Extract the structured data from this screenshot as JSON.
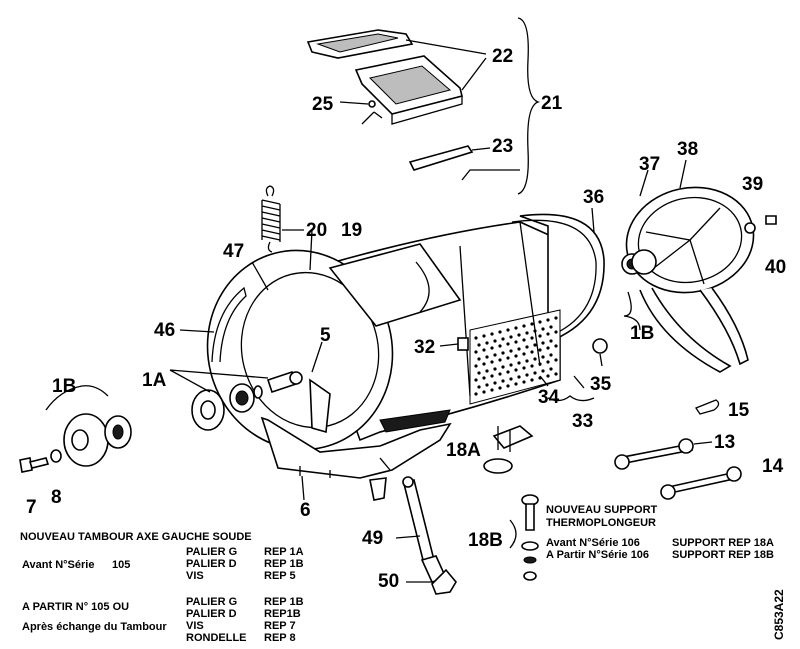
{
  "labels": {
    "l22": "22",
    "l21": "21",
    "l25": "25",
    "l23": "23",
    "l36": "36",
    "l37": "37",
    "l38": "38",
    "l39": "39",
    "l40": "40",
    "l20": "20",
    "l19": "19",
    "l47": "47",
    "l46": "46",
    "l5": "5",
    "l1A": "1A",
    "l1B_left": "1B",
    "l1B_right": "1B",
    "l32": "32",
    "l35": "35",
    "l34": "34",
    "l33": "33",
    "l15": "15",
    "l13": "13",
    "l14": "14",
    "l18A": "18A",
    "l18B": "18B",
    "l7": "7",
    "l8": "8",
    "l6": "6",
    "l49": "49",
    "l50": "50"
  },
  "notes": {
    "left_title": "NOUVEAU TAMBOUR AXE GAUCHE SOUDE",
    "avant_serie": "Avant N°Série",
    "avant_serie_num": "105",
    "list1": [
      "PALIER G",
      "PALIER D",
      "VIS"
    ],
    "refs1": [
      "REP 1A",
      "REP 1B",
      "REP  5"
    ],
    "a_partir": "A PARTIR N° 105  OU",
    "apres": "Après échange du Tambour",
    "list2": [
      "PALIER G",
      "PALIER D",
      "VIS",
      "RONDELLE"
    ],
    "refs2": [
      "REP 1B",
      "REP1B",
      "REP 7",
      "REP 8"
    ],
    "right_title_1": "NOUVEAU SUPPORT",
    "right_title_2": "THERMOPLONGEUR",
    "right_avant": "Avant N°Série 106",
    "right_apartir": "A Partir N°Série 106",
    "right_ref1": "SUPPORT REP 18A",
    "right_ref2": "SUPPORT REP 18B"
  },
  "drawing_code": "C853A22"
}
